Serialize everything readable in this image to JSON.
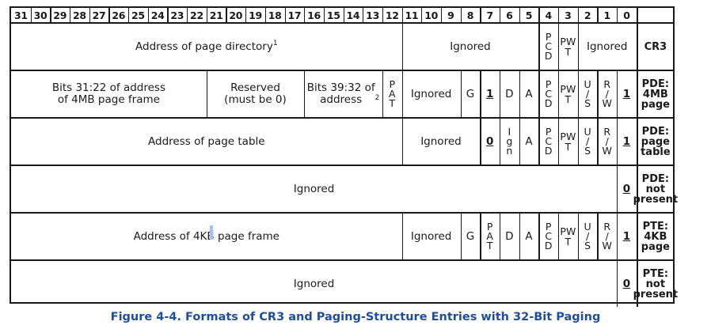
{
  "bit_numbers": [
    "31",
    "30",
    "29",
    "28",
    "27",
    "26",
    "25",
    "24",
    "23",
    "22",
    "21",
    "20",
    "19",
    "18",
    "17",
    "16",
    "15",
    "14",
    "13",
    "12",
    "11",
    "10",
    "9",
    "8",
    "7",
    "6",
    "5",
    "4",
    "3",
    "2",
    "1",
    "0"
  ],
  "rows": [
    {
      "label": "CR3",
      "fields": [
        {
          "text": "Address of page directory",
          "sup": "1",
          "from": 31,
          "to": 12
        },
        {
          "text": "Ignored",
          "from": 11,
          "to": 5
        },
        {
          "text": "P\nC\nD",
          "from": 4,
          "to": 4,
          "vertical": true
        },
        {
          "text": "PW\nT",
          "from": 3,
          "to": 3
        },
        {
          "text": "Ignored",
          "from": 2,
          "to": 0
        }
      ]
    },
    {
      "label": "PDE:\n4MB\npage",
      "fields": [
        {
          "text": "Bits 31:22 of address\nof 4MB page frame",
          "from": 31,
          "to": 22
        },
        {
          "text": "Reserved\n(must be 0)",
          "from": 21,
          "to": 17
        },
        {
          "text": "Bits 39:32 of\naddress",
          "sup": "2",
          "from": 16,
          "to": 13
        },
        {
          "text": "P\nA\nT",
          "from": 12,
          "to": 12,
          "vertical": true
        },
        {
          "text": "Ignored",
          "from": 11,
          "to": 9
        },
        {
          "text": "G",
          "from": 8,
          "to": 8
        },
        {
          "text": "1",
          "from": 7,
          "to": 7,
          "underline": true
        },
        {
          "text": "D",
          "from": 6,
          "to": 6
        },
        {
          "text": "A",
          "from": 5,
          "to": 5
        },
        {
          "text": "P\nC\nD",
          "from": 4,
          "to": 4,
          "vertical": true
        },
        {
          "text": "PW\nT",
          "from": 3,
          "to": 3
        },
        {
          "text": "U\n/\nS",
          "from": 2,
          "to": 2,
          "vertical": true
        },
        {
          "text": "R\n/\nW",
          "from": 1,
          "to": 1,
          "vertical": true
        },
        {
          "text": "1",
          "from": 0,
          "to": 0,
          "underline": true
        }
      ]
    },
    {
      "label": "PDE:\npage\ntable",
      "fields": [
        {
          "text": "Address of page table",
          "from": 31,
          "to": 12
        },
        {
          "text": "Ignored",
          "from": 11,
          "to": 8
        },
        {
          "text": "0",
          "from": 7,
          "to": 7,
          "underline": true
        },
        {
          "text": "I\ng\nn",
          "from": 6,
          "to": 6,
          "vertical": true
        },
        {
          "text": "A",
          "from": 5,
          "to": 5
        },
        {
          "text": "P\nC\nD",
          "from": 4,
          "to": 4,
          "vertical": true
        },
        {
          "text": "PW\nT",
          "from": 3,
          "to": 3
        },
        {
          "text": "U\n/\nS",
          "from": 2,
          "to": 2,
          "vertical": true
        },
        {
          "text": "R\n/\nW",
          "from": 1,
          "to": 1,
          "vertical": true
        },
        {
          "text": "1",
          "from": 0,
          "to": 0,
          "underline": true
        }
      ]
    },
    {
      "label": "PDE:\nnot\npresent",
      "fields": [
        {
          "text": "Ignored",
          "from": 31,
          "to": 1
        },
        {
          "text": "0",
          "from": 0,
          "to": 0,
          "underline": true
        }
      ]
    },
    {
      "label": "PTE:\n4KB\npage",
      "fields": [
        {
          "text": "Address of 4KB page frame",
          "from": 31,
          "to": 12
        },
        {
          "text": "Ignored",
          "from": 11,
          "to": 9
        },
        {
          "text": "G",
          "from": 8,
          "to": 8
        },
        {
          "text": "P\nA\nT",
          "from": 7,
          "to": 7,
          "vertical": true
        },
        {
          "text": "D",
          "from": 6,
          "to": 6
        },
        {
          "text": "A",
          "from": 5,
          "to": 5
        },
        {
          "text": "P\nC\nD",
          "from": 4,
          "to": 4,
          "vertical": true
        },
        {
          "text": "PW\nT",
          "from": 3,
          "to": 3
        },
        {
          "text": "U\n/\nS",
          "from": 2,
          "to": 2,
          "vertical": true
        },
        {
          "text": "R\n/\nW",
          "from": 1,
          "to": 1,
          "vertical": true
        },
        {
          "text": "1",
          "from": 0,
          "to": 0,
          "underline": true
        }
      ]
    },
    {
      "label": "PTE:\nnot\npresent",
      "fields": [
        {
          "text": "Ignored",
          "from": 31,
          "to": 1
        },
        {
          "text": "0",
          "from": 0,
          "to": 0,
          "underline": true
        }
      ]
    }
  ],
  "caption": "Figure 4-4.  Formats of CR3 and Paging-Structure Entries with 32-Bit Paging",
  "colors": {
    "caption": "#1f4e99",
    "cursor": "#a8c0e8"
  }
}
